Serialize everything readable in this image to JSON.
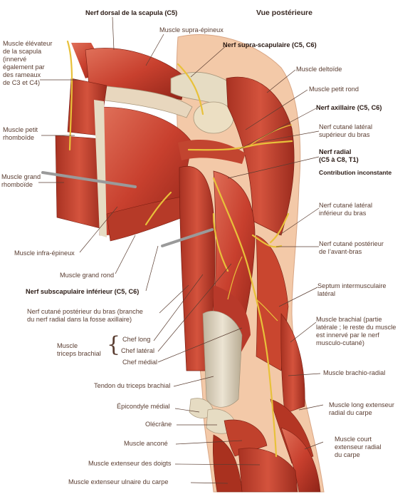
{
  "title": "Vue postérieure",
  "labels": {
    "nerf_dorsal": "Nerf dorsal de la scapula (C5)",
    "m_supra_epineux": "Muscle supra-épineux",
    "nerf_supra_scap": "Nerf supra-scapulaire (C5, C6)",
    "m_elevateur": [
      "Muscle élévateur",
      "de la scapula",
      "(innervé",
      "également par",
      "des rameaux",
      "de C3 et C4)"
    ],
    "m_deltoide": "Muscle deltoïde",
    "m_petit_rond": "Muscle petit rond",
    "nerf_axillaire": "Nerf axillaire (C5, C6)",
    "nerf_cut_lat_sup": [
      "Nerf cutané latéral",
      "supérieur du bras"
    ],
    "m_petit_rhomboide": [
      "Muscle petit",
      "rhomboïde"
    ],
    "nerf_radial": [
      "Nerf radial",
      "(C5 à C8, T1)"
    ],
    "contribution": "Contribution inconstante",
    "m_grand_rhomboide": [
      "Muscle grand",
      "rhomboïde"
    ],
    "nerf_cut_lat_inf": [
      "Nerf cutané latéral",
      "inférieur du bras"
    ],
    "nerf_cut_post_avb": [
      "Nerf cutané postérieur",
      "de l’avant-bras"
    ],
    "m_infra_epineux": "Muscle infra-épineux",
    "m_grand_rond": "Muscle grand rond",
    "nerf_subscap": "Nerf subscapulaire inférieur (C5, C6)",
    "septum": [
      "Septum intermusculaire",
      "latéral"
    ],
    "nerf_cut_post_bras": [
      "Nerf cutané postérieur du bras (branche",
      "du nerf radial dans la fosse axillaire)"
    ],
    "m_brachial": [
      "Muscle brachial (partie",
      "latérale ; le reste du muscle",
      "est innervé par le nerf",
      "musculo-cutané)"
    ],
    "chef_long": "Chef long",
    "m_triceps": [
      "Muscle",
      "triceps brachial"
    ],
    "chef_lateral": "Chef latéral",
    "chef_medial": "Chef médial",
    "m_brachio_radial": "Muscle brachio-radial",
    "tendon_triceps": "Tendon du triceps brachial",
    "epicondyle": "Épicondyle médial",
    "m_long_ext": [
      "Muscle long extenseur",
      "radial du carpe"
    ],
    "olecrane": "Olécrâne",
    "m_anconé": "Muscle anconé",
    "m_court_ext": [
      "Muscle court",
      "extenseur radial",
      "du carpe"
    ],
    "m_ext_doigts": "Muscle extenseur des doigts",
    "m_ext_ulnaire": "Muscle extenseur ulnaire du carpe"
  },
  "colors": {
    "muscle": "#c8402e",
    "muscle_dark": "#8f2418",
    "muscle_light": "#e0715a",
    "nerve": "#e8c13a",
    "tendon": "#d9cfbd",
    "skin": "#f3c9a8",
    "bone": "#e6dcc3"
  }
}
